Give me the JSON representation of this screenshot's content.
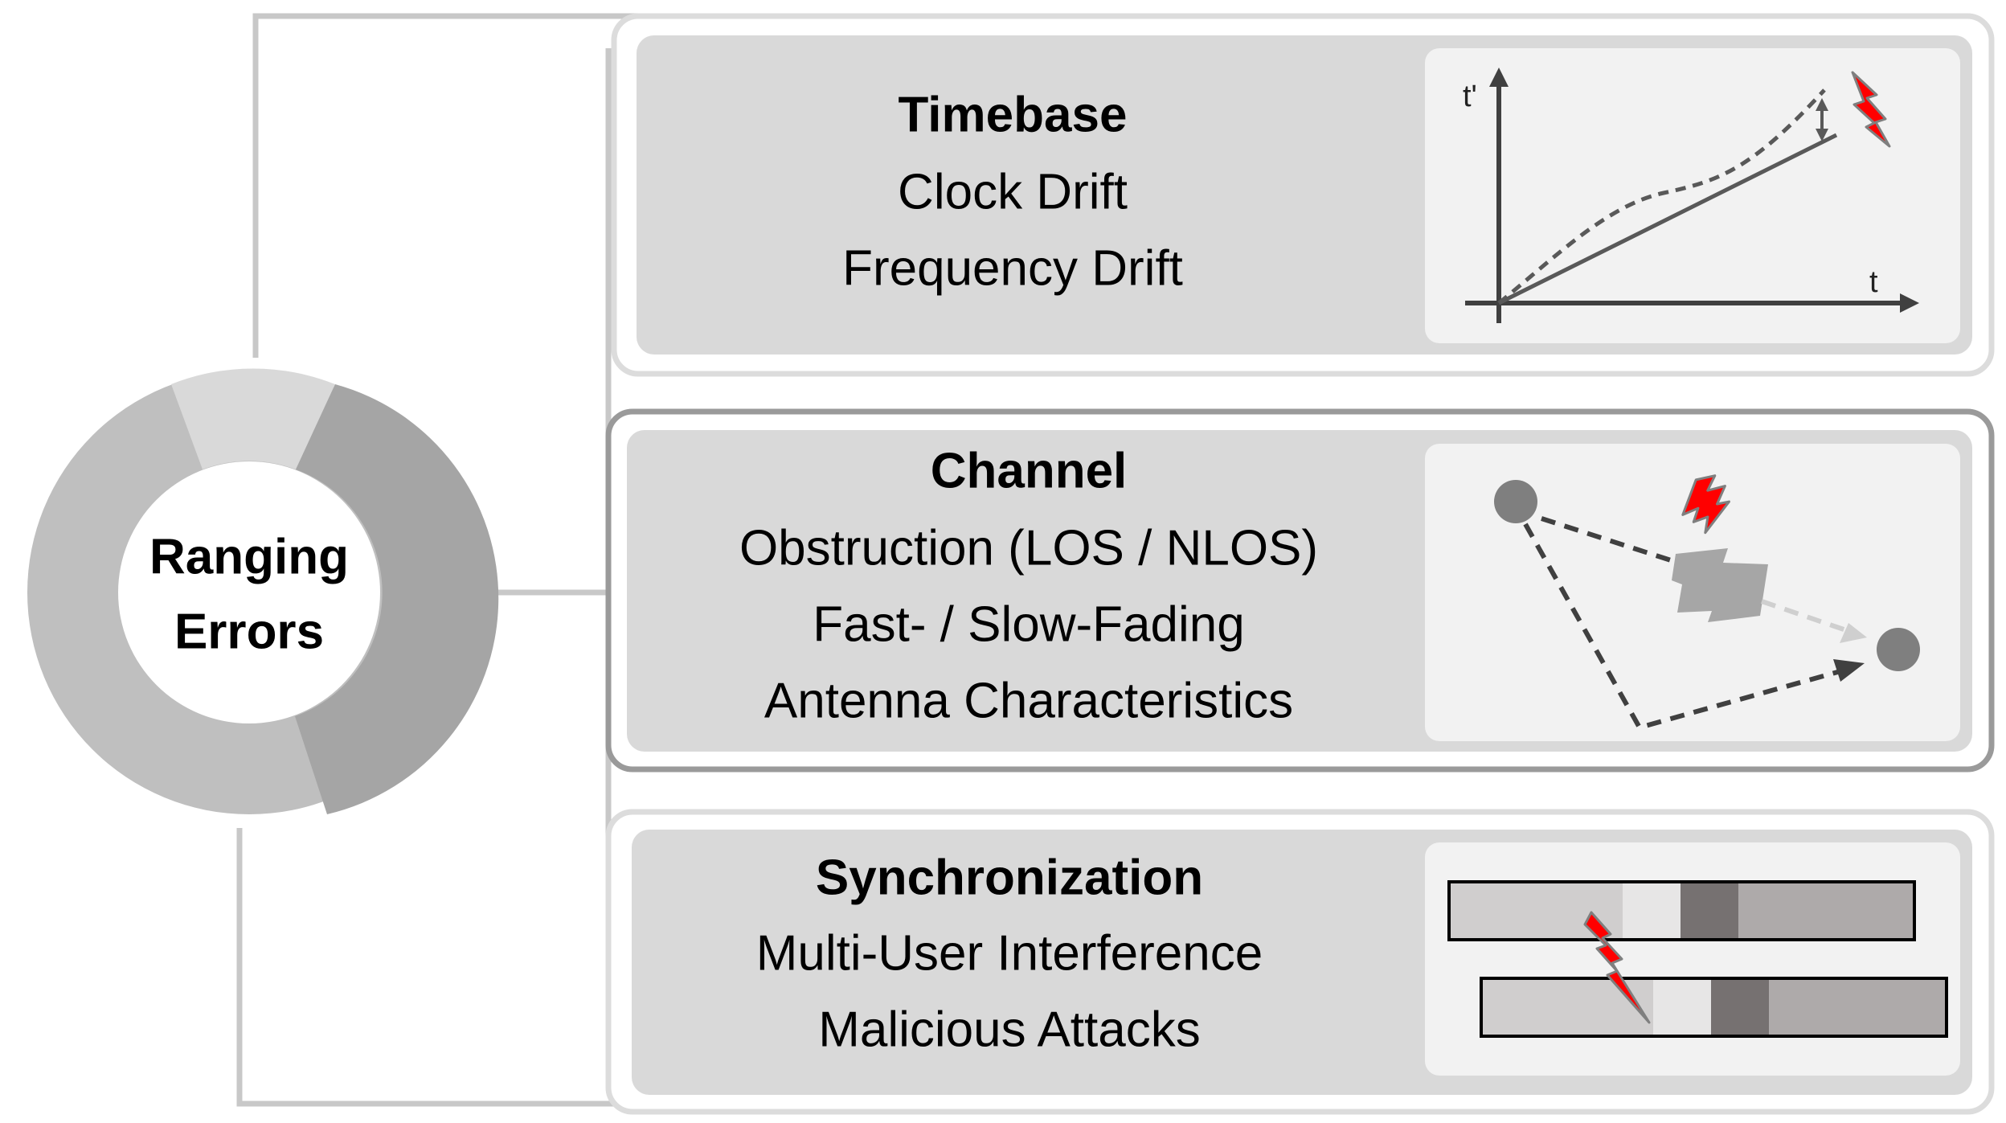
{
  "center": {
    "line1": "Ranging",
    "line2": "Errors"
  },
  "cards": [
    {
      "title": "Timebase",
      "items": [
        "Clock Drift",
        "Frequency Drift"
      ],
      "illustration": "clock-drift-graph",
      "axis_labels": {
        "y": "t'",
        "x": "t"
      }
    },
    {
      "title": "Channel",
      "items": [
        "Obstruction (LOS / NLOS)",
        "Fast- / Slow-Fading",
        "Antenna Characteristics"
      ],
      "illustration": "multipath-obstruction"
    },
    {
      "title": "Synchronization",
      "items": [
        "Multi-User Interference",
        "Malicious Attacks"
      ],
      "illustration": "overlapping-frames"
    }
  ],
  "colors": {
    "card_outer_border": "#dcdcdc",
    "card_outer_border_active": "#9a9a9a",
    "card_inner": "#d9d9d9",
    "illustration_bg": "#f2f2f2",
    "connector": "#c8c8c8",
    "ring_light": "#d9d9d9",
    "ring_mid": "#bfbfbf",
    "ring_dark": "#a5a5a5",
    "lightning_fill": "#ff0000",
    "lightning_stroke": "#7f7f7f"
  }
}
